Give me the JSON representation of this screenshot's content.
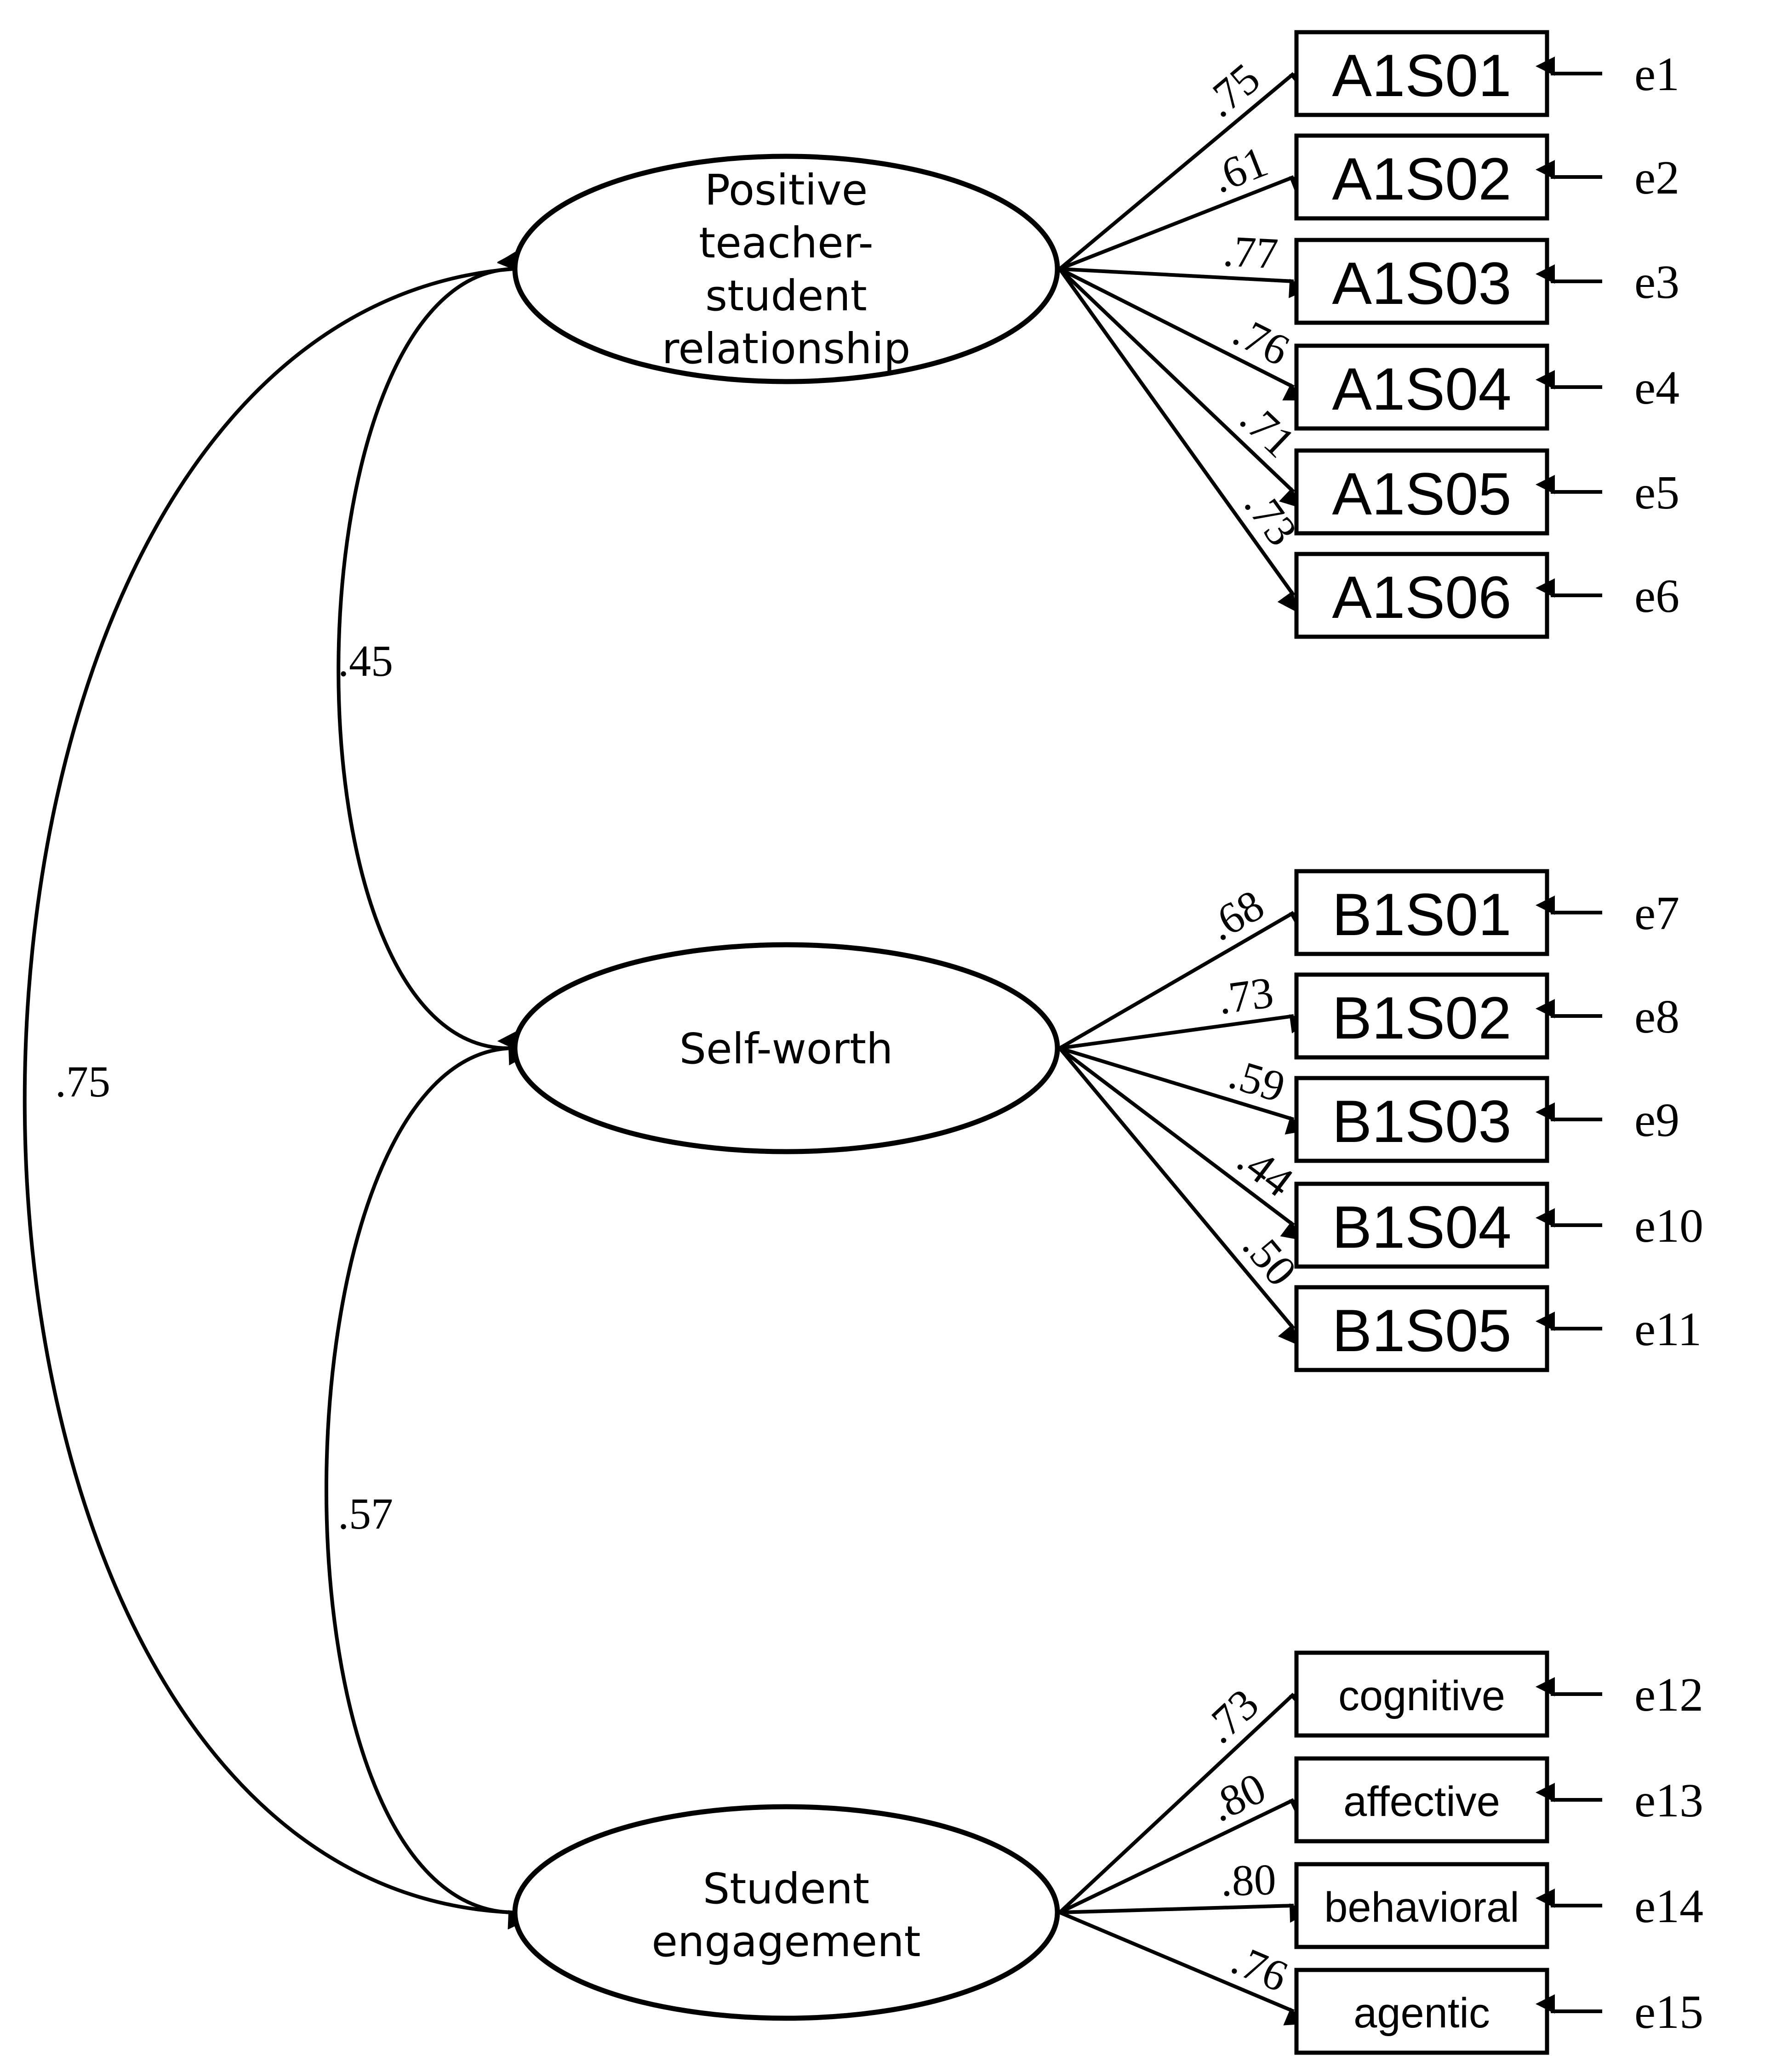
{
  "colors": {
    "stroke": "#000000",
    "background": "#ffffff"
  },
  "latents": {
    "ptsr": {
      "lines": [
        "Positive",
        "teacher-",
        "student",
        "relationship"
      ]
    },
    "self_worth": {
      "lines": [
        "Self-worth"
      ]
    },
    "engagement": {
      "lines": [
        "Student",
        "engagement"
      ]
    }
  },
  "indicators": [
    {
      "label": "A1S01",
      "loading": ".75",
      "error": "e1"
    },
    {
      "label": "A1S02",
      "loading": ".61",
      "error": "e2"
    },
    {
      "label": "A1S03",
      "loading": ".77",
      "error": "e3"
    },
    {
      "label": "A1S04",
      "loading": ".76",
      "error": "e4"
    },
    {
      "label": "A1S05",
      "loading": ".71",
      "error": "e5"
    },
    {
      "label": "A1S06",
      "loading": ".73",
      "error": "e6"
    },
    {
      "label": "B1S01",
      "loading": ".68",
      "error": "e7"
    },
    {
      "label": "B1S02",
      "loading": ".73",
      "error": "e8"
    },
    {
      "label": "B1S03",
      "loading": ".59",
      "error": "e9"
    },
    {
      "label": "B1S04",
      "loading": ".44",
      "error": "e10"
    },
    {
      "label": "B1S05",
      "loading": ".50",
      "error": "e11"
    },
    {
      "label": "cognitive",
      "loading": ".73",
      "error": "e12"
    },
    {
      "label": "affective",
      "loading": ".80",
      "error": "e13"
    },
    {
      "label": "behavioral",
      "loading": ".80",
      "error": "e14"
    },
    {
      "label": "agentic",
      "loading": ".76",
      "error": "e15"
    }
  ],
  "correlations": {
    "ptsr_self_worth": ".45",
    "self_worth_engagement": ".57",
    "ptsr_engagement": ".75"
  }
}
